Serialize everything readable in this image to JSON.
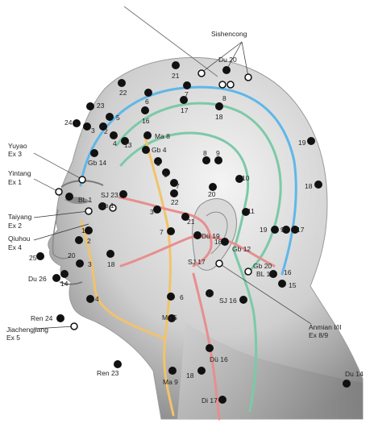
{
  "labels": {
    "sishencong": "Sishencong",
    "du20": "Du 20",
    "n21": "21",
    "n22": "22",
    "n23": "23",
    "n24": "24",
    "n6a": "6",
    "n7a": "7",
    "n8a": "8",
    "n16a": "16",
    "n17a": "17",
    "n18a": "18",
    "n3a": "3",
    "n2a": "2",
    "n4a": "4",
    "n5a": "5",
    "n13": "13",
    "ma8": "Ma 8",
    "gb4": "Gb 4",
    "n5b": "5",
    "n6b": "6",
    "n7b": "7",
    "n8b": "8",
    "n9b": "9",
    "n19a": "19",
    "n18b": "18",
    "gb14": "Gb 14",
    "yuyao": "Yuyao",
    "ex3": "Ex 3",
    "yintang": "Yintang",
    "ex1": "Ex 1",
    "sj23": "SJ 23",
    "bl1": "BL 1",
    "gb1": "Gb 1",
    "n22b": "22",
    "n20": "20",
    "n10": "10",
    "n11": "11",
    "n3c": "3",
    "taiyang": "Taiyang",
    "ex2": "Ex 2",
    "n21b": "21",
    "n19b": "19",
    "n9c": "9",
    "n17c": "17",
    "qiuhou": "Qiuhou",
    "ex4": "Ex 4",
    "n1": "1",
    "n2b": "2",
    "n7c": "7",
    "dc": "Dü 19",
    "n18c": "18",
    "gb12": "Gb 12",
    "n25": "25",
    "n20b": "20",
    "n3d": "3",
    "n18d": "18",
    "sj17": "SJ 17",
    "gb20": "Gb 20",
    "bl10": "BL 10",
    "n16b": "16",
    "n15": "15",
    "du26": "Du 26",
    "n14": "14",
    "n4b": "4",
    "n6c": "6",
    "n17d": "17",
    "sj16": "SJ 16",
    "anmian": "Anmian I/II",
    "ex89": "Ex 8/9",
    "ren24": "Ren 24",
    "ma5": "Ma 5",
    "jiachengjiang": "Jiachengjiang",
    "ex5": "Ex 5",
    "du16": "Dü 16",
    "ren23": "Ren 23",
    "ma9": "Ma 9",
    "n18e": "18",
    "du14": "Du 14",
    "di17": "Di 17"
  },
  "colors": {
    "bladder": "#5fb7e8",
    "gallbladder": "#7cc9a8",
    "stomach": "#f2c36b",
    "sanjiao": "#e88e8e",
    "point": "#111111"
  }
}
